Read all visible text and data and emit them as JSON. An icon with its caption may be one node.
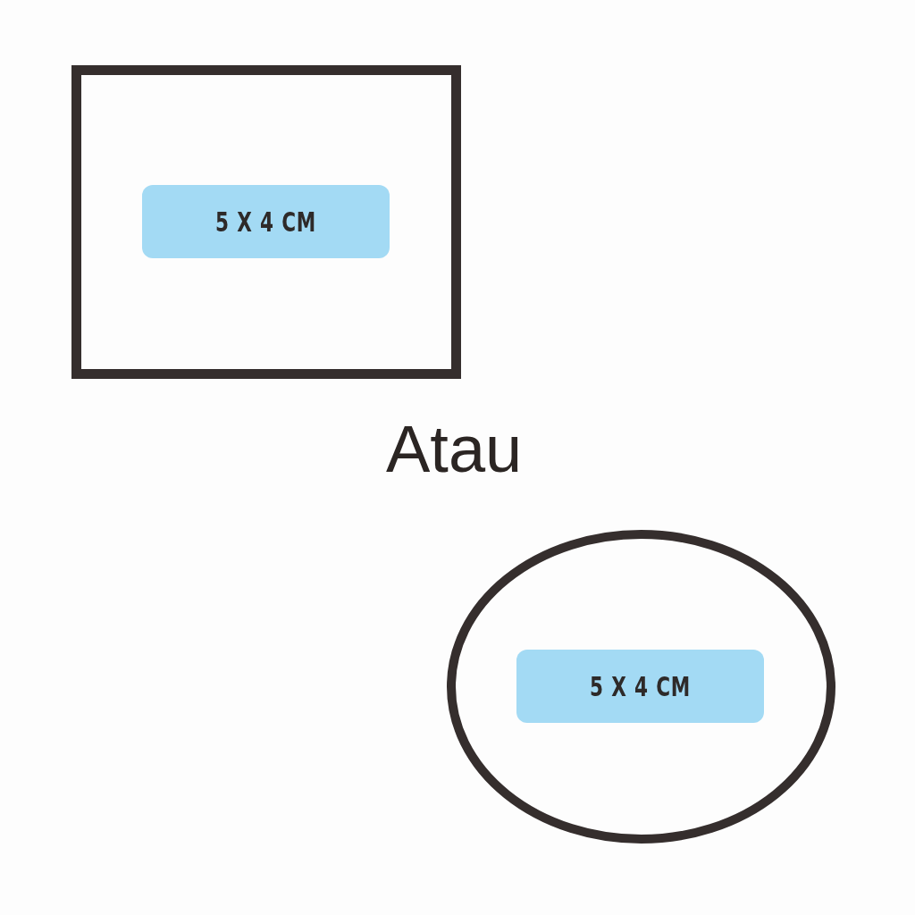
{
  "diagram": {
    "nodes": [
      {
        "text": [],
        "shape": "box"
      },
      {
        "text": [
          "5 X 4 CM"
        ],
        "in": 0
      },
      {
        "text": [],
        "shape": "ellipse"
      },
      {
        "text": [
          "5 X 4 CM"
        ],
        "in": 2
      }
    ],
    "labels": [
      "Atau"
    ]
  }
}
